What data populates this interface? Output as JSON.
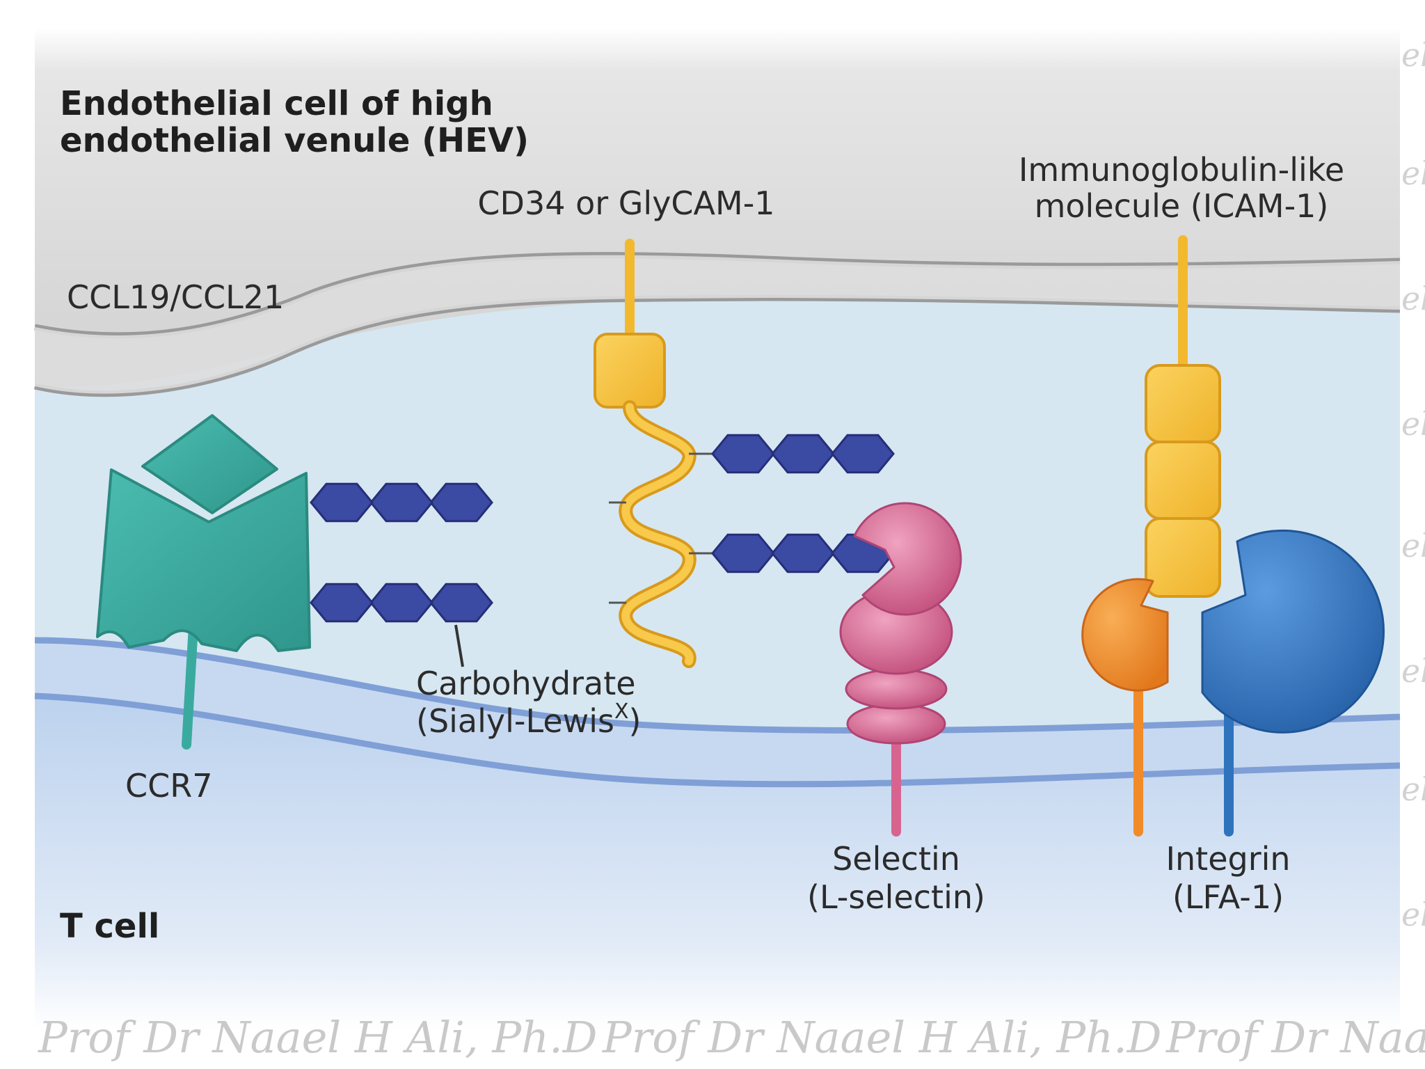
{
  "labels": {
    "endothelial_line1": "Endothelial cell of high",
    "endothelial_line2": "endothelial venule (HEV)",
    "cd34": "CD34 or GlyCAM-1",
    "icam_line1": "Immunoglobulin-like",
    "icam_line2": "molecule (ICAM-1)",
    "ccl": "CCL19/CCL21",
    "ccr7": "CCR7",
    "carb_line1": "Carbohydrate",
    "carb_line2_main": "(Sialyl-Lewis",
    "carb_line2_sup": "X",
    "carb_line2_end": ")",
    "selectin_line1": "Selectin",
    "selectin_line2": "(L-selectin)",
    "integrin_line1": "Integrin",
    "integrin_line2": "(LFA-1)",
    "tcell": "T cell"
  },
  "watermark": {
    "text1": "Prof Dr Naael H Ali, Ph.D",
    "text2": "Prof Dr Naael H Ali, Ph.D",
    "text3": "Prof Dr Naael",
    "side": "el"
  },
  "colors": {
    "endothelium": "#d3d3d3",
    "interstitial": "#d4e6f1",
    "tcell_band": "#b9cfec",
    "membrane": "#8aa9db",
    "receptor_teal": "#3aaa9f",
    "glycoprotein_yellow": "#f7c440",
    "sugar_blue": "#3a4aa0",
    "selectin_pink": "#d7648f",
    "lfa_orange": "#f18b2a",
    "lfa_blue": "#2f73bd"
  }
}
